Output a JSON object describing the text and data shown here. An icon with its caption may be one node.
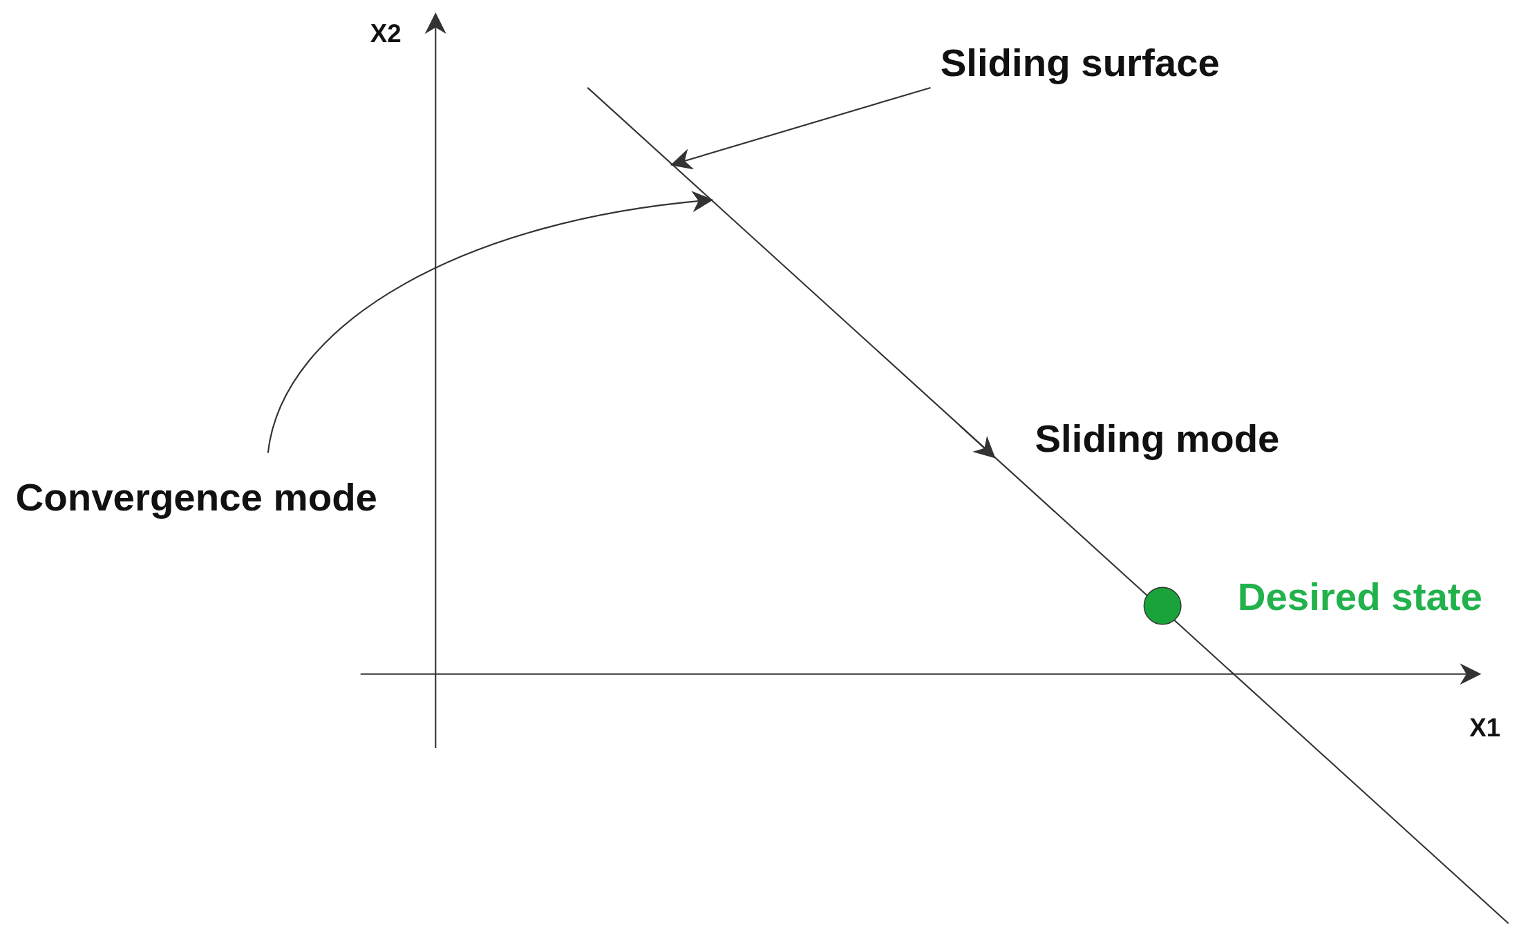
{
  "diagram": {
    "nodes": [
      {
        "text": [
          "Sliding surface"
        ]
      },
      {
        "text": [],
        "shape": "line"
      },
      {
        "text": [
          "Convergence mode"
        ]
      }
    ],
    "edges": [
      {
        "from": 0,
        "to": 1,
        "arrow": "to"
      },
      {
        "from": 2,
        "to": 1,
        "arrow": "to"
      }
    ],
    "labels": [
      "X2",
      "X1",
      "Sliding mode",
      "Desired state"
    ]
  }
}
